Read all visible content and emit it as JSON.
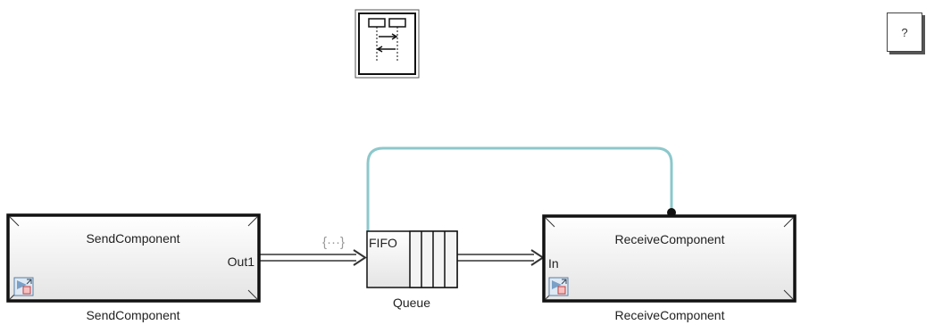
{
  "blocks": {
    "send": {
      "title": "SendComponent",
      "port": "Out1",
      "caption": "SendComponent"
    },
    "queue": {
      "label": "FIFO",
      "caption": "Queue",
      "bus_glyph": "{···}"
    },
    "receive": {
      "title": "ReceiveComponent",
      "port": "In",
      "caption": "ReceiveComponent"
    }
  },
  "help_button": {
    "label": "?"
  },
  "icons": {
    "sequence_diagram": "sequence-diagram-icon",
    "subsystem_reference": "subsystem-reference-icon"
  },
  "colors": {
    "feedback_line": "#8cc8cc",
    "signal_line": "#333333",
    "block_border": "#111111",
    "block_fill_top": "#ffffff",
    "block_fill_bottom": "#e4e4e4"
  }
}
